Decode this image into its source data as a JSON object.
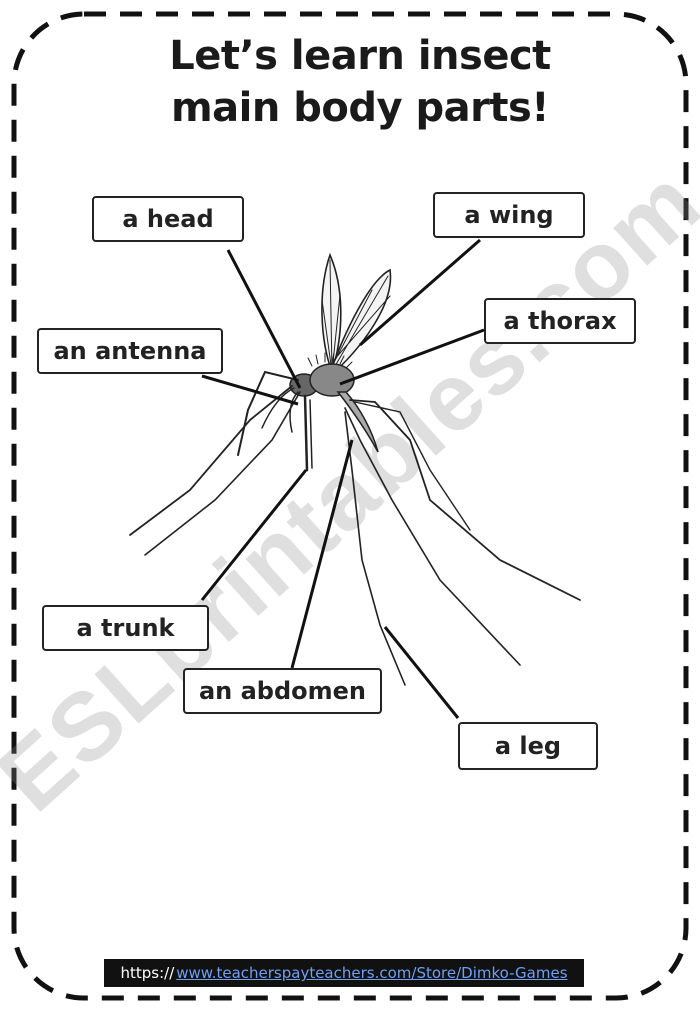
{
  "title": {
    "line1": "Let’s learn insect",
    "line2": "main body parts!"
  },
  "labels": {
    "head": "a head",
    "wing": "a wing",
    "thorax": "a thorax",
    "antenna": "an antenna",
    "trunk": "a trunk",
    "abdomen": "an abdomen",
    "leg": "a leg"
  },
  "watermark": "ESLprintables.com",
  "footer": {
    "prefix": "https://",
    "link": "www.teacherspayteachers.com/Store/Dimko-Games"
  },
  "colors": {
    "text": "#222222",
    "footer_bg": "#111111",
    "footer_link": "#6f9ff2"
  }
}
